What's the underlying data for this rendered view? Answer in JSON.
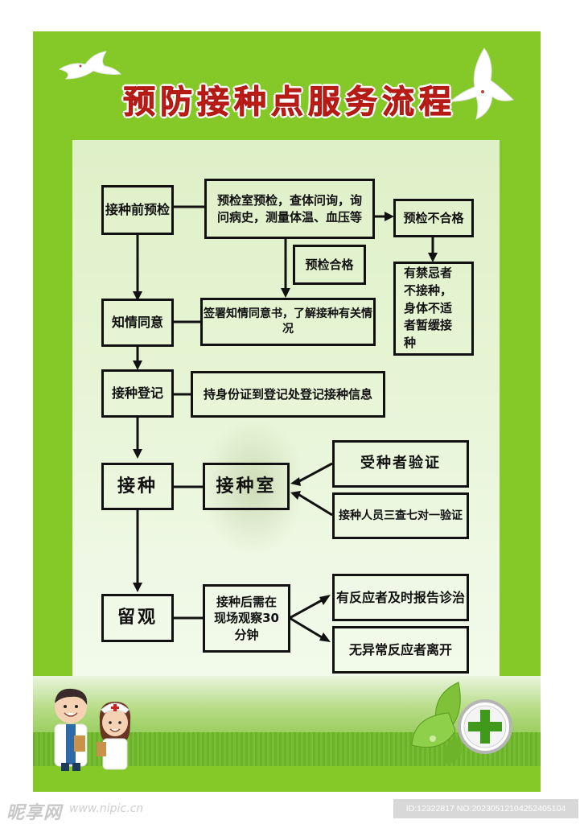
{
  "title": "预防接种点服务流程",
  "colors": {
    "frame_green": "#84c927",
    "panel_light_green": "#def0c8",
    "title_red": "#d4201a",
    "box_border": "#111111"
  },
  "flow": {
    "main_steps": [
      {
        "id": "pre_check",
        "label": "接种前预检"
      },
      {
        "id": "consent",
        "label": "知情同意"
      },
      {
        "id": "register",
        "label": "接种登记"
      },
      {
        "id": "vaccinate",
        "label": "接种"
      },
      {
        "id": "observe",
        "label": "留观"
      }
    ],
    "details": {
      "pre_check_desc": "预检室预检，查体问询，询问病史，测量体温、血压等",
      "pre_check_fail": "预检不合格",
      "pre_check_fail_note": "有禁忌者不接种，身体不适者暂缓接种",
      "pre_check_pass": "预检合格",
      "consent_desc": "签署知情同意书，了解接种有关情况",
      "register_desc": "持身份证到登记处登记接种信息",
      "vaccination_room": "接种室",
      "verify_recipient": "受种者验证",
      "verify_staff": "接种人员三查七对一验证",
      "observe_desc": "接种后需在现场观察30分钟",
      "reaction_report": "有反应者及时报告诊治",
      "no_reaction_leave": "无异常反应者离开"
    }
  },
  "decor": {
    "icons": [
      "dove-icon",
      "doctor-icon",
      "nurse-icon",
      "leaf-icon",
      "medical-cross-icon"
    ]
  },
  "watermark": {
    "logo": "昵享网",
    "url": "www.nipic.cn",
    "id_text": "ID:12322817 NO:20230512104252405104"
  }
}
